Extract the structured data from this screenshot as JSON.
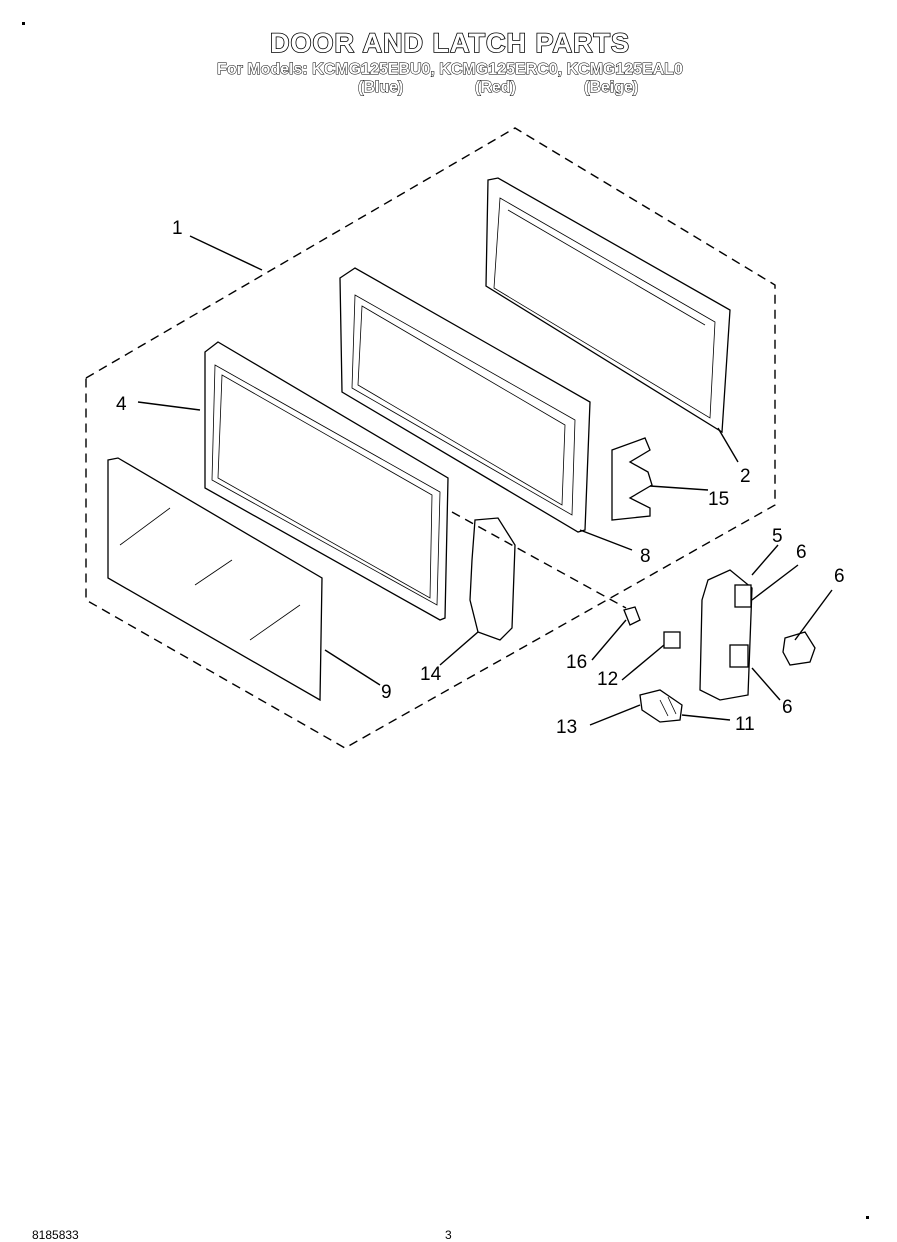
{
  "header": {
    "title": "DOOR AND LATCH PARTS",
    "models_line": "For Models: KCMG125EBU0, KCMG125ERC0, KCMG125EAL0",
    "colors": [
      "(Blue)",
      "(Red)",
      "(Beige)"
    ]
  },
  "callouts": {
    "c1": "1",
    "c2": "2",
    "c4": "4",
    "c5": "5",
    "c6a": "6",
    "c6b": "6",
    "c6c": "6",
    "c8": "8",
    "c9": "9",
    "c11": "11",
    "c12": "12",
    "c13": "13",
    "c14": "14",
    "c15": "15",
    "c16": "16"
  },
  "footer": {
    "doc_number": "8185833",
    "page_number": "3"
  }
}
